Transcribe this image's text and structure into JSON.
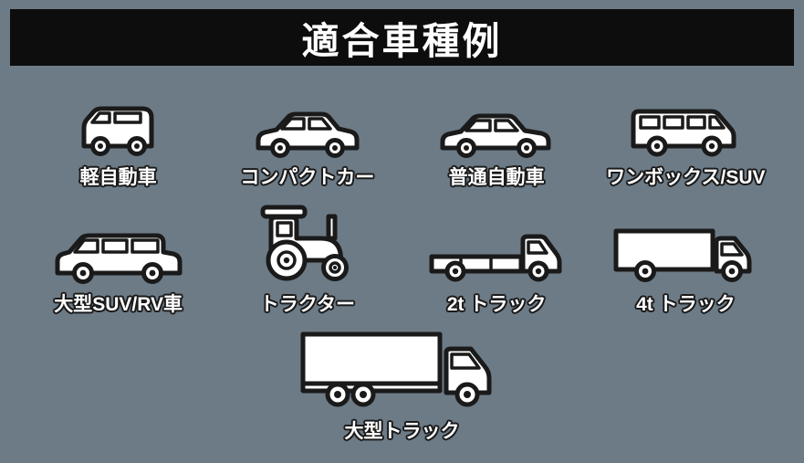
{
  "title": "適合車種例",
  "colors": {
    "background": "#6d7b86",
    "banner_bg": "#0d0d0d",
    "banner_text": "#ffffff",
    "icon_fill": "#ffffff",
    "icon_stroke": "#1a1a1a",
    "label_text": "#ffffff",
    "label_outline": "#1a1a1a"
  },
  "vehicles": [
    {
      "label": "軽自動車",
      "icon": "kei-car-icon"
    },
    {
      "label": "コンパクトカー",
      "icon": "compact-car-icon"
    },
    {
      "label": "普通自動車",
      "icon": "sedan-icon"
    },
    {
      "label": "ワンボックス/SUV",
      "icon": "van-suv-icon"
    },
    {
      "label": "大型SUV/RV車",
      "icon": "large-suv-icon"
    },
    {
      "label": "トラクター",
      "icon": "tractor-icon"
    },
    {
      "label": "2t トラック",
      "icon": "2t-truck-icon"
    },
    {
      "label": "4t トラック",
      "icon": "4t-truck-icon"
    },
    {
      "label": "大型トラック",
      "icon": "large-truck-icon"
    }
  ]
}
